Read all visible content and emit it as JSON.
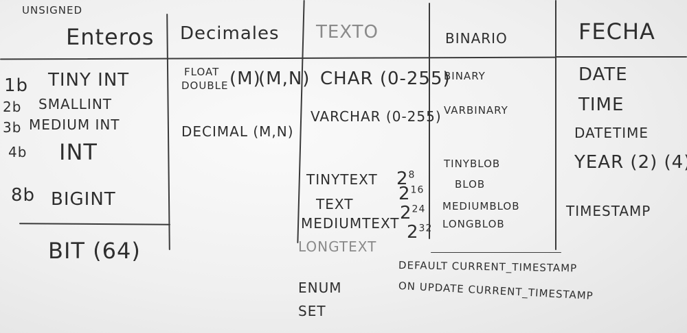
{
  "headers": {
    "unsigned": "UNSIGNED",
    "enteros": "Enteros",
    "decimales": "Decimales",
    "texto": "TEXTO",
    "binario": "BINARIO",
    "fecha": "FECHA"
  },
  "enteros": {
    "items": [
      {
        "size": "1b",
        "type": "TINY INT"
      },
      {
        "size": "2b",
        "type": "SMALLINT"
      },
      {
        "size": "3b",
        "type": "MEDIUM INT"
      },
      {
        "size": "4b",
        "type": "INT"
      },
      {
        "size": "8b",
        "type": "BIGINT"
      }
    ],
    "bit": "BIT (64)"
  },
  "decimales": {
    "float": "FLOAT",
    "double": "DOUBLE",
    "m": "(M)",
    "mn": "(M,N)",
    "decimal": "DECIMAL (M,N)"
  },
  "texto": {
    "char": "CHAR (0-255)",
    "varchar": "VARCHAR (0-255)",
    "tinytext": "TINYTEXT",
    "text": "TEXT",
    "mediumtext": "MEDIUMTEXT",
    "longtext": "LONGTEXT",
    "enum": "ENUM",
    "set": "SET",
    "pow_base": "2",
    "pow_8": "8",
    "pow_16": "16",
    "pow_24": "24",
    "pow_32": "32"
  },
  "binario": {
    "items": [
      "BINARY",
      "VARBINARY",
      "TINYBLOB",
      "BLOB",
      "MEDIUMBLOB",
      "LONGBLOB"
    ]
  },
  "fecha": {
    "items": [
      "DATE",
      "TIME",
      "DATETIME",
      "YEAR (2) (4)",
      "TIMESTAMP"
    ]
  },
  "notes": {
    "default": "DEFAULT CURRENT_TIMESTAMP",
    "on_update": "ON UPDATE CURRENT_TIMESTAMP"
  },
  "colors": {
    "ink": "#2e2e2e",
    "board": "#f2f2f2"
  }
}
